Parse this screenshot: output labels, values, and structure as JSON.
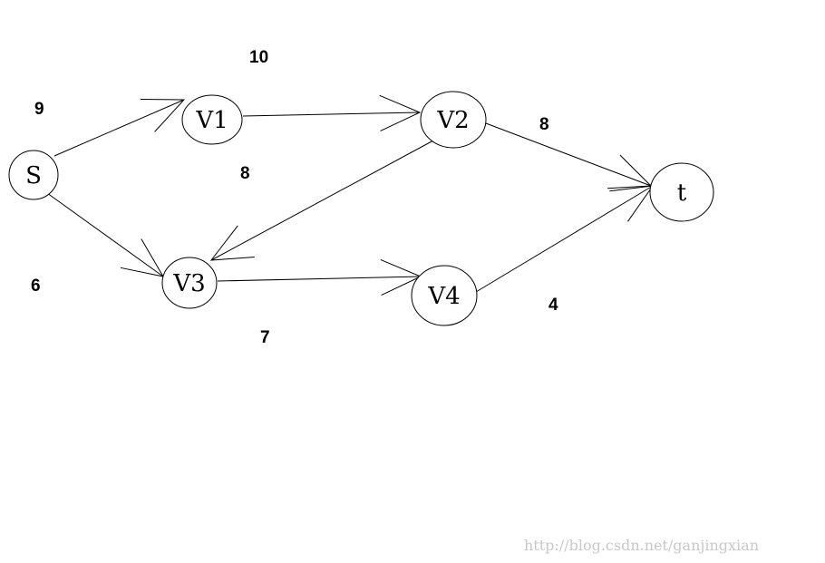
{
  "nodes": [
    {
      "id": "s",
      "label": "S"
    },
    {
      "id": "v1",
      "label": "V1"
    },
    {
      "id": "v2",
      "label": "V2"
    },
    {
      "id": "v3",
      "label": "V3"
    },
    {
      "id": "v4",
      "label": "V4"
    },
    {
      "id": "t",
      "label": "t"
    }
  ],
  "edges": [
    {
      "from": "s",
      "to": "v1",
      "weight": "9"
    },
    {
      "from": "s",
      "to": "v3",
      "weight": "6"
    },
    {
      "from": "v1",
      "to": "v2",
      "weight": "10"
    },
    {
      "from": "v2",
      "to": "v3",
      "weight": "8"
    },
    {
      "from": "v2",
      "to": "t",
      "weight": "8"
    },
    {
      "from": "v3",
      "to": "v4",
      "weight": "7"
    },
    {
      "from": "v4",
      "to": "t",
      "weight": "4"
    }
  ],
  "watermark": "http://blog.csdn.net/ganjingxian"
}
